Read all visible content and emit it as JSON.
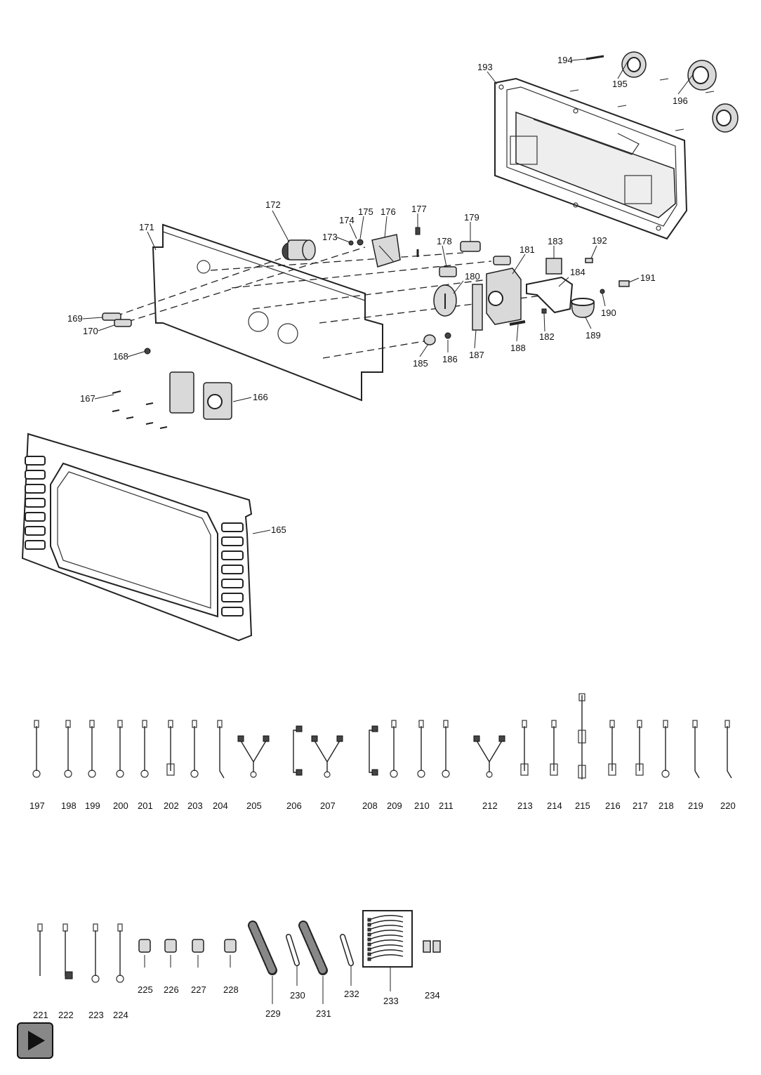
{
  "labels": {
    "p165": "165",
    "p166": "166",
    "p167": "167",
    "p168": "168",
    "p169": "169",
    "p170": "170",
    "p171": "171",
    "p172": "172",
    "p173": "173",
    "p174": "174",
    "p175": "175",
    "p176": "176",
    "p177": "177",
    "p178": "178",
    "p179": "179",
    "p180": "180",
    "p181": "181",
    "p182": "182",
    "p183": "183",
    "p184": "184",
    "p185": "185",
    "p186": "186",
    "p187": "187",
    "p188": "188",
    "p189": "189",
    "p190": "190",
    "p191": "191",
    "p192": "192",
    "p193": "193",
    "p194": "194",
    "p195": "195",
    "p196": "196"
  },
  "wires_row1": [
    "197",
    "198",
    "199",
    "200",
    "201",
    "202",
    "203",
    "204",
    "205",
    "206",
    "207",
    "208",
    "209",
    "210",
    "211",
    "212",
    "213",
    "214",
    "215",
    "216",
    "217",
    "218",
    "219",
    "220"
  ],
  "wires_row2": [
    "221",
    "222",
    "223",
    "224",
    "225",
    "226",
    "227",
    "228",
    "229",
    "230",
    "231",
    "232",
    "233",
    "234"
  ],
  "controls": {
    "play_icon": "play-icon"
  }
}
